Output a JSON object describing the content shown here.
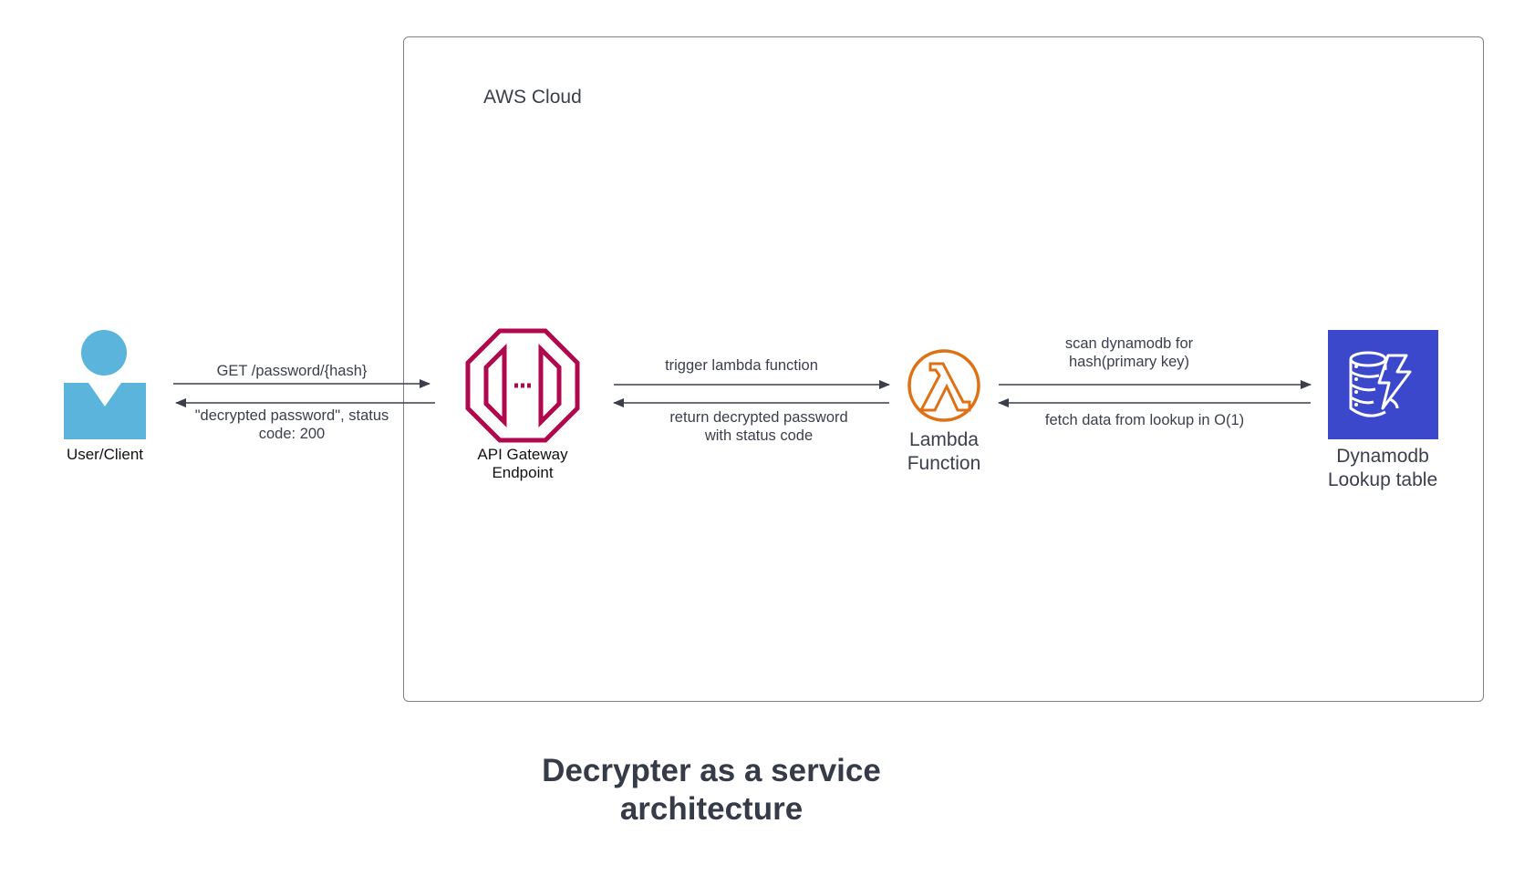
{
  "diagram": {
    "title": "Decrypter as a service architecture",
    "title_lines": [
      "Decrypter as a service",
      "architecture"
    ],
    "group": {
      "label": "AWS Cloud",
      "border_color": "#7d8289"
    },
    "nodes": [
      {
        "id": "user",
        "label_lines": [
          "User/Client"
        ],
        "icon": "user-icon",
        "color": "#5ab4dc"
      },
      {
        "id": "api_gateway",
        "label_lines": [
          "API Gateway",
          "Endpoint"
        ],
        "icon": "api-gateway-icon",
        "color": "#b0084d"
      },
      {
        "id": "lambda",
        "label_lines": [
          "Lambda",
          "Function"
        ],
        "icon": "lambda-icon",
        "color": "#e07014"
      },
      {
        "id": "dynamodb",
        "label_lines": [
          "Dynamodb",
          "Lookup table"
        ],
        "icon": "dynamodb-icon",
        "color": "#3b48cc"
      }
    ],
    "edges": [
      {
        "from": "user",
        "to": "api_gateway",
        "label_lines": [
          "GET /password/{hash}"
        ]
      },
      {
        "from": "api_gateway",
        "to": "user",
        "label_lines": [
          "\"decrypted password\", status",
          "code: 200"
        ]
      },
      {
        "from": "api_gateway",
        "to": "lambda",
        "label_lines": [
          "trigger lambda function"
        ]
      },
      {
        "from": "lambda",
        "to": "api_gateway",
        "label_lines": [
          "return decrypted password",
          "with status code"
        ]
      },
      {
        "from": "lambda",
        "to": "dynamodb",
        "label_lines": [
          "scan dynamodb for",
          "hash(primary key)"
        ]
      },
      {
        "from": "dynamodb",
        "to": "lambda",
        "label_lines": [
          "fetch data from lookup in O(1)"
        ]
      }
    ],
    "edge_color": "#3a3f4b"
  }
}
